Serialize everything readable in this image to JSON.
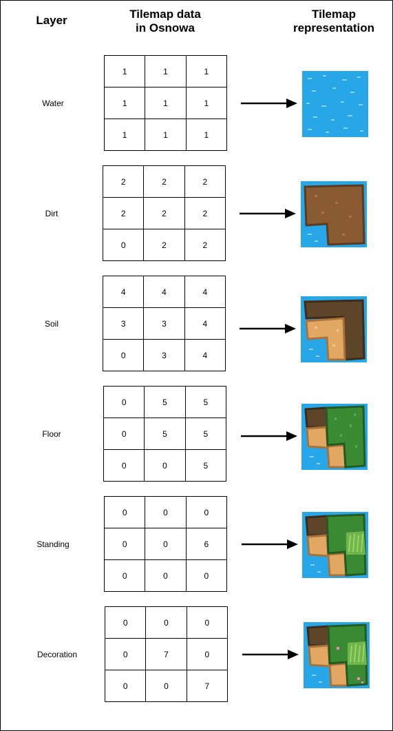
{
  "headers": {
    "layer": "Layer",
    "data_line1": "Tilemap data",
    "data_line2": "in Osnowa",
    "rep_line1": "Tilemap",
    "rep_line2": "representation"
  },
  "layers": [
    {
      "name": "Water",
      "cells": [
        [
          "1",
          "1",
          "1"
        ],
        [
          "1",
          "1",
          "1"
        ],
        [
          "1",
          "1",
          "1"
        ]
      ]
    },
    {
      "name": "Dirt",
      "cells": [
        [
          "2",
          "2",
          "2"
        ],
        [
          "2",
          "2",
          "2"
        ],
        [
          "0",
          "2",
          "2"
        ]
      ]
    },
    {
      "name": "Soil",
      "cells": [
        [
          "4",
          "4",
          "4"
        ],
        [
          "3",
          "3",
          "4"
        ],
        [
          "0",
          "3",
          "4"
        ]
      ]
    },
    {
      "name": "Floor",
      "cells": [
        [
          "0",
          "5",
          "5"
        ],
        [
          "0",
          "5",
          "5"
        ],
        [
          "0",
          "0",
          "5"
        ]
      ]
    },
    {
      "name": "Standing",
      "cells": [
        [
          "0",
          "0",
          "0"
        ],
        [
          "0",
          "0",
          "6"
        ],
        [
          "0",
          "0",
          "0"
        ]
      ]
    },
    {
      "name": "Decoration",
      "cells": [
        [
          "0",
          "0",
          "0"
        ],
        [
          "0",
          "7",
          "0"
        ],
        [
          "0",
          "0",
          "7"
        ]
      ]
    }
  ],
  "colors": {
    "water": "#27a6e8",
    "dirt": "#8a5a33",
    "soil_dark": "#5e4529",
    "soil_light": "#e2a863",
    "floor": "#3a8a34",
    "standing": "#6fb54a",
    "flower": "#f08bb0"
  }
}
